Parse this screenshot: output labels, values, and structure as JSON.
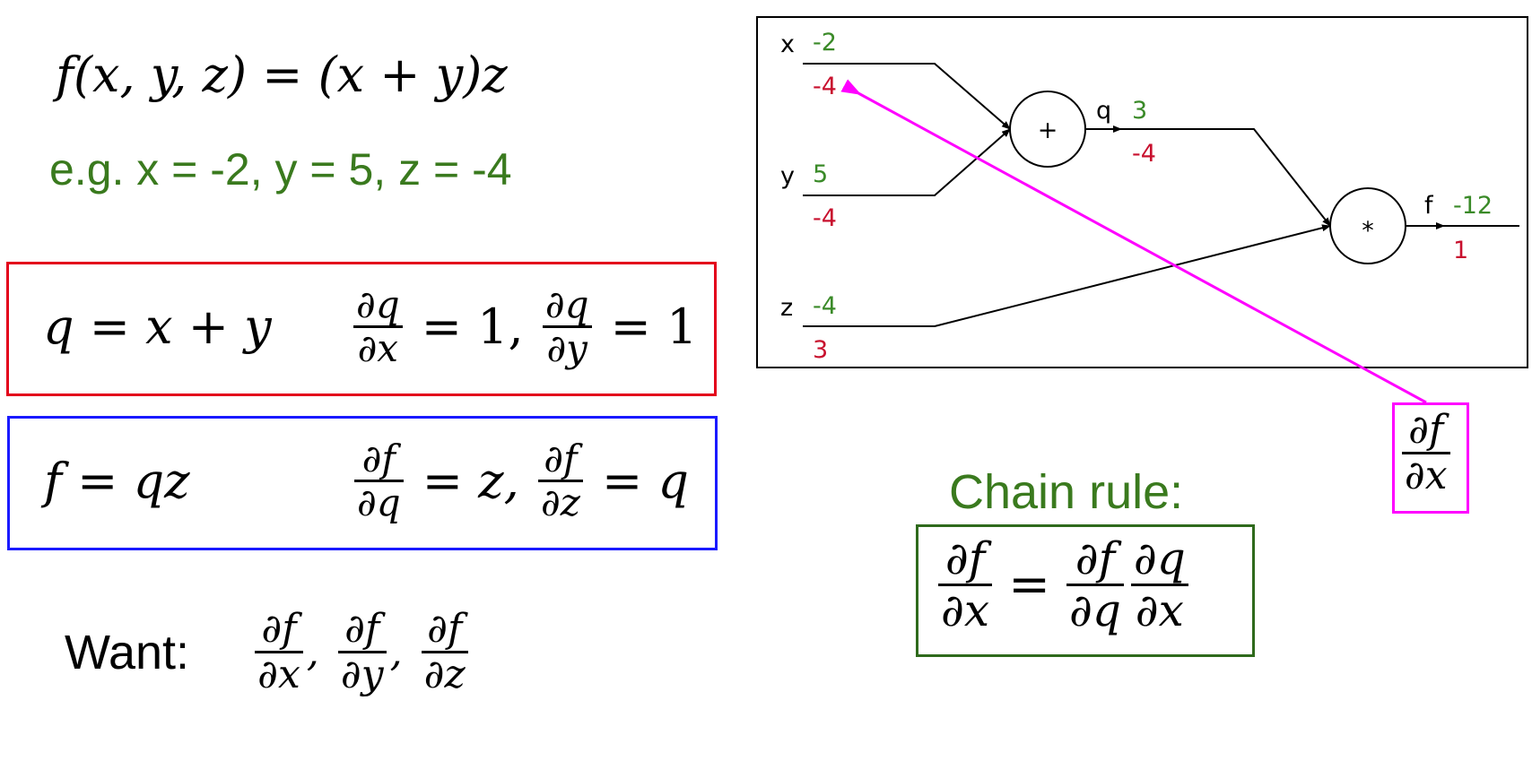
{
  "function": "f(x, y, z) = (x + y)z",
  "example": "e.g. x = -2, y = 5, z = -4",
  "q_box": {
    "left": "q = x + y",
    "d1_num": "∂q",
    "d1_den": "∂x",
    "d1_val": " = 1,",
    "d2_num": "∂q",
    "d2_den": "∂y",
    "d2_val": " = 1",
    "border_color": "#e3001b"
  },
  "f_box": {
    "left": "f = qz",
    "d1_num": "∂f",
    "d1_den": "∂q",
    "d1_val": " = z,",
    "d2_num": "∂f",
    "d2_den": "∂z",
    "d2_val": " = q",
    "border_color": "#1a1aff"
  },
  "want": {
    "label": "Want:",
    "terms": [
      {
        "num": "∂f",
        "den": "∂x"
      },
      {
        "num": "∂f",
        "den": "∂y"
      },
      {
        "num": "∂f",
        "den": "∂z"
      }
    ],
    "separator": ","
  },
  "chain_rule": {
    "title": "Chain rule:",
    "lhs": {
      "num": "∂f",
      "den": "∂x"
    },
    "equals": "=",
    "rhs1": {
      "num": "∂f",
      "den": "∂q"
    },
    "rhs2": {
      "num": "∂q",
      "den": "∂x"
    },
    "border_color": "#2f6a1c"
  },
  "highlight": {
    "num": "∂f",
    "den": "∂x",
    "color": "#ff00ff"
  },
  "graph": {
    "inputs": [
      {
        "name": "x",
        "value": "-2",
        "grad": "-4"
      },
      {
        "name": "y",
        "value": "5",
        "grad": "-4"
      },
      {
        "name": "z",
        "value": "-4",
        "grad": "3"
      }
    ],
    "nodes": [
      {
        "op": "+",
        "out_name": "q",
        "out_value": "3",
        "out_grad": "-4"
      },
      {
        "op": "*",
        "out_name": "f",
        "out_value": "-12",
        "out_grad": "1"
      }
    ],
    "value_color": "#3a8a28",
    "grad_color": "#c8102e"
  }
}
